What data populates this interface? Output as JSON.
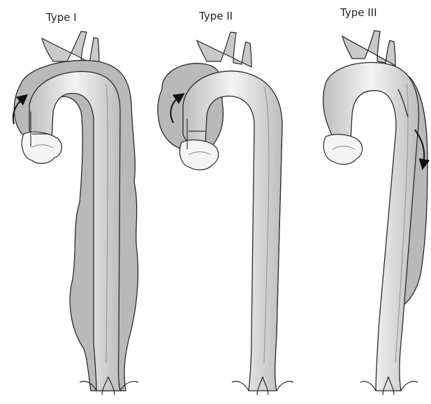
{
  "labels": {
    "type_1": "Type I",
    "type_2": "Type II",
    "type_3": "Type III"
  },
  "colors": {
    "background": "#ffffff",
    "outline": "#2a2a2a",
    "false_lumen": "#b9b9b9",
    "true_lumen_outer": "#cdcdcd",
    "true_lumen_inner": "#f2f2f2",
    "valve": "#f5f5f5",
    "arrow": "#111111"
  },
  "icons": {
    "flow_arrow": "curved-arrow-icon"
  }
}
